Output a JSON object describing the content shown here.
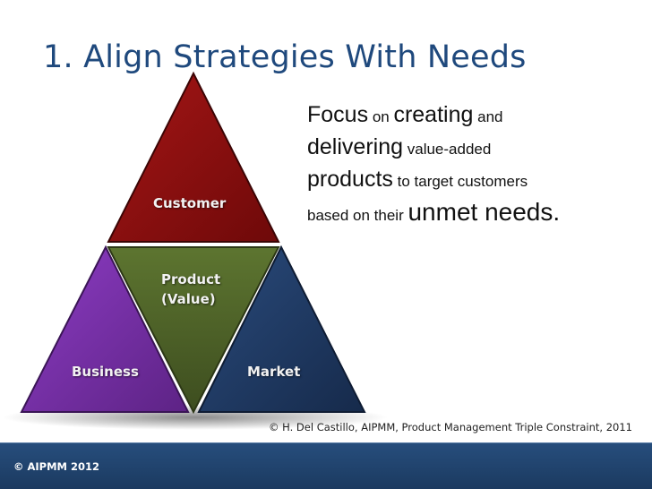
{
  "slide": {
    "title": "1.  Align Strategies With Needs",
    "colors": {
      "title": "#1f497d",
      "customer": "#8b0e0e",
      "product": "#4f6228",
      "business": "#7030a0",
      "market": "#1f3864",
      "footer": "#1f3d63"
    }
  },
  "pyramid": {
    "customer_label": "Customer",
    "product_label_line1": "Product",
    "product_label_line2": "(Value)",
    "business_label": "Business",
    "market_label": "Market"
  },
  "focus_text": {
    "w1": "Focus",
    "w2": " on ",
    "w3": "creating",
    "w4": " and",
    "w5": "delivering",
    "w6": " value-added",
    "w7": "products",
    "w8": " to target customers",
    "w9": "based on their ",
    "w10": "unmet needs",
    "w11": "."
  },
  "credit": "© H. Del Castillo, AIPMM, Product Management Triple Constraint, 2011",
  "footer": "© AIPMM 2012"
}
